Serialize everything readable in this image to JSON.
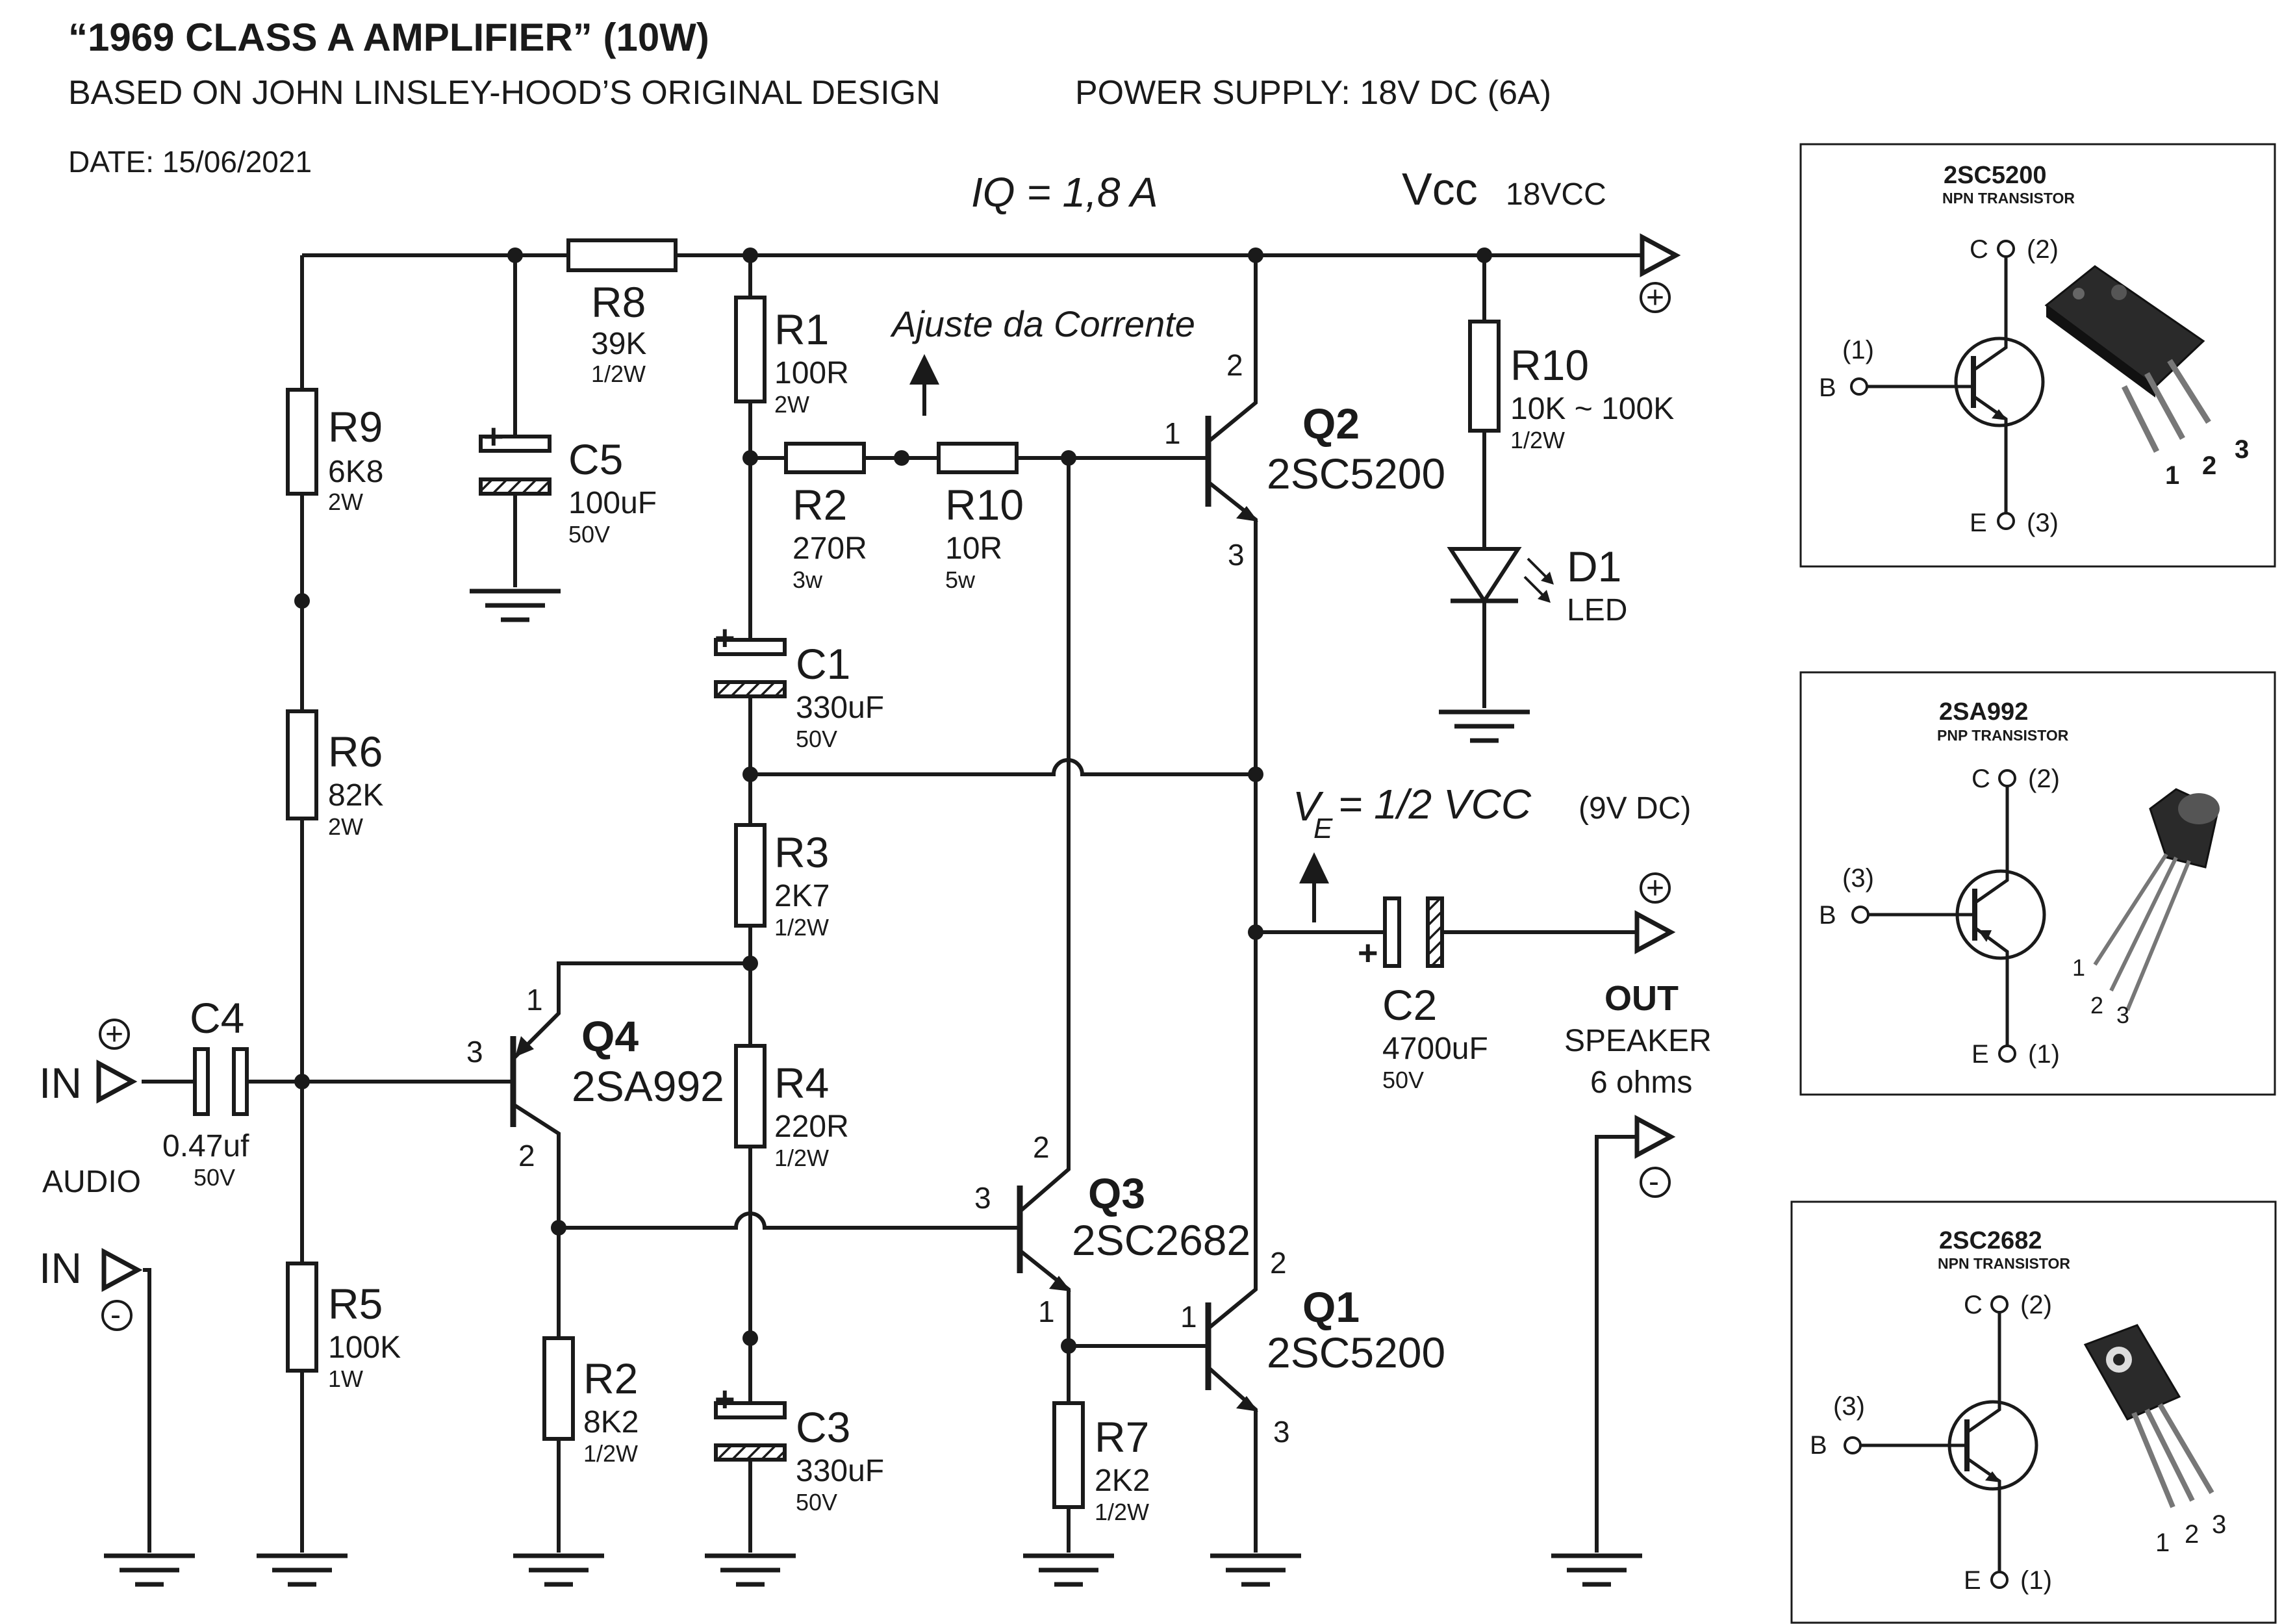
{
  "header": {
    "title": "“1969 CLASS A AMPLIFIER” (10W)",
    "subtitle": "BASED ON JOHN LINSLEY-HOOD’S ORIGINAL DESIGN",
    "power_supply": "POWER SUPPLY: 18V DC (6A)",
    "date": "DATE: 15/06/2021"
  },
  "annotations": {
    "iq": "IQ = 1,8 A",
    "vcc": "Vcc",
    "vcc_value": "18VCC",
    "adjust": "Ajuste da Corrente",
    "ve_v": "V",
    "ve_sub": "E",
    "ve_text": "= 1/2 VCC",
    "ve_dc": "(9V DC)"
  },
  "components": {
    "R8": {
      "ref": "R8",
      "value": "39K",
      "rating": "1/2W"
    },
    "R1": {
      "ref": "R1",
      "value": "100R",
      "rating": "2W"
    },
    "R9": {
      "ref": "R9",
      "value": "6K8",
      "rating": "2W"
    },
    "C5": {
      "ref": "C5",
      "value": "100uF",
      "rating": "50V"
    },
    "R2a": {
      "ref": "R2",
      "value": "270R",
      "rating": "3w"
    },
    "R10a": {
      "ref": "R10",
      "value": "10R",
      "rating": "5w"
    },
    "R10b": {
      "ref": "R10",
      "value": "10K ~ 100K",
      "rating": "1/2W"
    },
    "D1": {
      "ref": "D1",
      "value": "LED"
    },
    "C1": {
      "ref": "C1",
      "value": "330uF",
      "rating": "50V"
    },
    "R6": {
      "ref": "R6",
      "value": "82K",
      "rating": "2W"
    },
    "R3": {
      "ref": "R3",
      "value": "2K7",
      "rating": "1/2W"
    },
    "C4": {
      "ref": "C4",
      "value": "0.47uf",
      "rating": "50V"
    },
    "R4": {
      "ref": "R4",
      "value": "220R",
      "rating": "1/2W"
    },
    "C2": {
      "ref": "C2",
      "value": "4700uF",
      "rating": "50V"
    },
    "R5": {
      "ref": "R5",
      "value": "100K",
      "rating": "1W"
    },
    "R2b": {
      "ref": "R2",
      "value": "8K2",
      "rating": "1/2W"
    },
    "C3": {
      "ref": "C3",
      "value": "330uF",
      "rating": "50V"
    },
    "R7": {
      "ref": "R7",
      "value": "2K2",
      "rating": "1/2W"
    },
    "Q1": {
      "ref": "Q1",
      "part": "2SC5200"
    },
    "Q2": {
      "ref": "Q2",
      "part": "2SC5200"
    },
    "Q3": {
      "ref": "Q3",
      "part": "2SC2682"
    },
    "Q4": {
      "ref": "Q4",
      "part": "2SA992"
    }
  },
  "pins": {
    "p1": "1",
    "p2": "2",
    "p3": "3"
  },
  "signs": {
    "plus": "+",
    "minus": "-"
  },
  "io": {
    "in": "IN",
    "audio": "AUDIO",
    "out": "OUT",
    "speaker": "SPEAKER",
    "ohms": "6 ohms"
  },
  "legend": [
    {
      "part": "2SC5200",
      "type": "NPN TRANSISTOR",
      "c": "C",
      "c_pin": "(2)",
      "b": "B",
      "b_pin": "(1)",
      "e": "E",
      "e_pin": "(3)",
      "leads": [
        "1",
        "2",
        "3"
      ]
    },
    {
      "part": "2SA992",
      "type": "PNP TRANSISTOR",
      "c": "C",
      "c_pin": "(2)",
      "b": "B",
      "b_pin": "(3)",
      "e": "E",
      "e_pin": "(1)",
      "leads": [
        "1",
        "2",
        "3"
      ]
    },
    {
      "part": "2SC2682",
      "type": "NPN TRANSISTOR",
      "c": "C",
      "c_pin": "(2)",
      "b": "B",
      "b_pin": "(3)",
      "e": "E",
      "e_pin": "(1)",
      "leads": [
        "1",
        "2",
        "3"
      ]
    }
  ],
  "colors": {
    "ink": "#1a1a1a",
    "background": "#ffffff"
  }
}
